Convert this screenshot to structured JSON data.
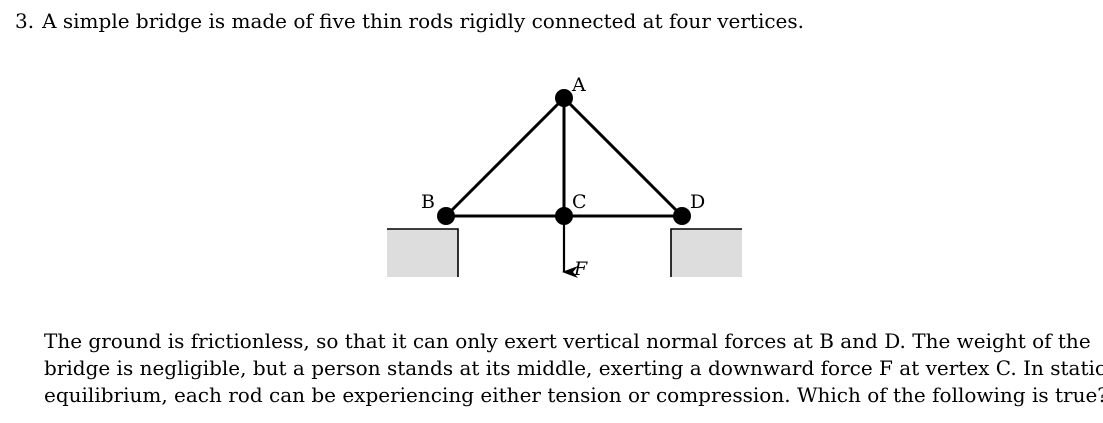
{
  "problem": {
    "number": "3.",
    "intro": "A simple bridge is made of five thin rods rigidly connected at four vertices."
  },
  "figure": {
    "vertex_labels": {
      "A": "A",
      "B": "B",
      "C": "C",
      "D": "D"
    },
    "force_label": "F",
    "colors": {
      "rod": "#000000",
      "ground_fill": "#dddddd",
      "ground_edge": "#000000"
    }
  },
  "body": {
    "line1": "The ground is frictionless, so that it can only exert vertical normal forces at B and D. The weight of the",
    "line2": "bridge is negligible, but a person stands at its middle, exerting a downward force F at vertex C. In static",
    "line3": "equilibrium, each rod can be experiencing either tension or compression. Which of the following is true?"
  }
}
